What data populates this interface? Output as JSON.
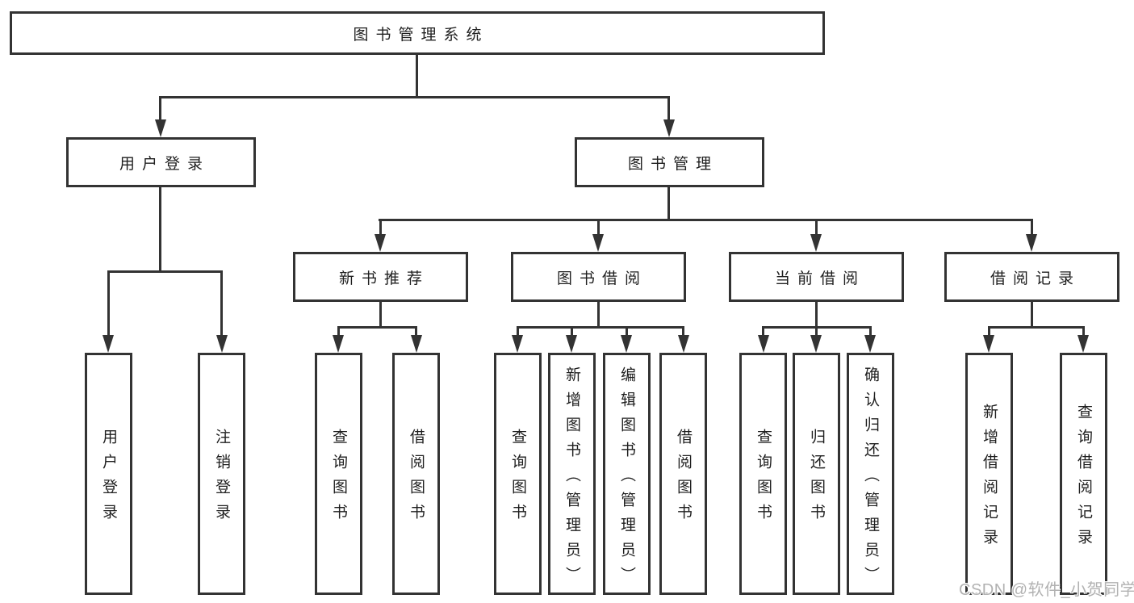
{
  "tree": {
    "root": {
      "label": "图书管理系统",
      "children": [
        {
          "label": "用户登录",
          "children": [
            {
              "label": "用户登录"
            },
            {
              "label": "注销登录"
            }
          ]
        },
        {
          "label": "图书管理",
          "children": [
            {
              "label": "新书推荐",
              "children": [
                {
                  "label": "查询图书"
                },
                {
                  "label": "借阅图书"
                }
              ]
            },
            {
              "label": "图书借阅",
              "children": [
                {
                  "label": "查询图书"
                },
                {
                  "label": "新增图书（管理员）"
                },
                {
                  "label": "编辑图书（管理员）"
                },
                {
                  "label": "借阅图书"
                }
              ]
            },
            {
              "label": "当前借阅",
              "children": [
                {
                  "label": "查询图书"
                },
                {
                  "label": "归还图书"
                },
                {
                  "label": "确认归还（管理员）"
                }
              ]
            },
            {
              "label": "借阅记录",
              "children": [
                {
                  "label": "新增借阅记录"
                },
                {
                  "label": "查询借阅记录"
                }
              ]
            }
          ]
        }
      ]
    }
  },
  "watermark": {
    "text": "CSDN @软件_小贺同学"
  },
  "colors": {
    "line": "#333333",
    "text": "#1f1f1f",
    "background": "#ffffff",
    "watermark_text": "#b2b2b2"
  }
}
